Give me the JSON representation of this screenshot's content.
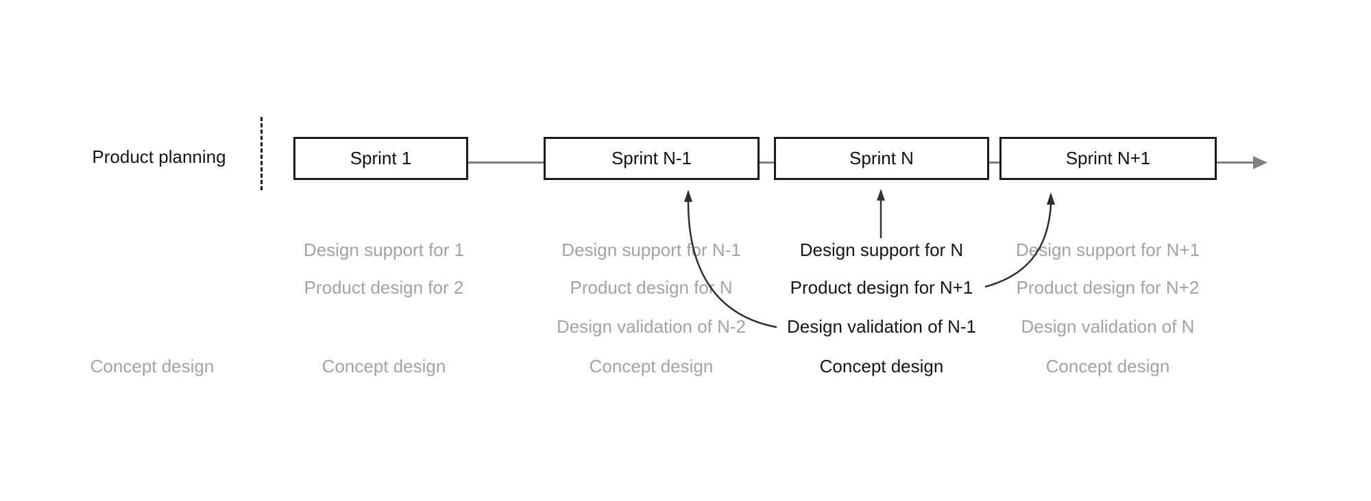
{
  "diagram": {
    "row_label": "Product planning",
    "sprints": [
      {
        "label": "Sprint 1"
      },
      {
        "label": "Sprint N-1"
      },
      {
        "label": "Sprint N"
      },
      {
        "label": "Sprint N+1"
      }
    ],
    "activity_columns": [
      {
        "name": "product-planning",
        "highlighted": false,
        "rows": [
          "",
          "",
          "",
          "Concept design"
        ]
      },
      {
        "name": "sprint-1",
        "highlighted": false,
        "rows": [
          "Design support for 1",
          "Product design for 2",
          "",
          "Concept design"
        ]
      },
      {
        "name": "sprint-n-1",
        "highlighted": false,
        "rows": [
          "Design support for N-1",
          "Product design for N",
          "Design validation of N-2",
          "Concept design"
        ]
      },
      {
        "name": "sprint-n",
        "highlighted": true,
        "rows": [
          "Design support for N",
          "Product design for N+1",
          "Design validation of N-1",
          "Concept design"
        ]
      },
      {
        "name": "sprint-n-plus-1",
        "highlighted": false,
        "rows": [
          "Design support for N+1",
          "Product design for N+2",
          "Design validation of N",
          "Concept design"
        ]
      }
    ],
    "arrows": [
      {
        "name": "design-support-arrow",
        "from": "Design support for N",
        "to": "Sprint N"
      },
      {
        "name": "design-validation-arrow",
        "from": "Design validation of N-1",
        "to": "Sprint N-1"
      },
      {
        "name": "product-design-arrow",
        "from": "Product design for N+1",
        "to": "Sprint N+1"
      },
      {
        "name": "timeline-continuation-arrow",
        "from": "Sprint N+1",
        "to": ""
      }
    ],
    "colors": {
      "highlight_text": "#161616",
      "muted_text": "#a3a3a3",
      "box_border": "#1a1a1a",
      "connector": "#7f7f7f",
      "arrow": "#333333"
    }
  }
}
